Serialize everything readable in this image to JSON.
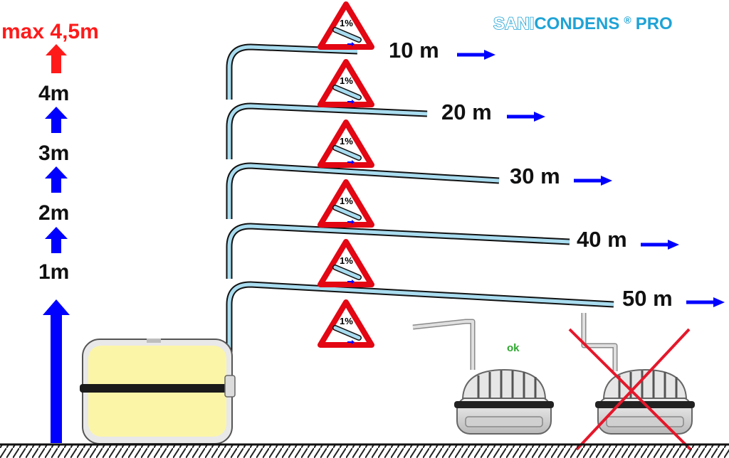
{
  "brand": {
    "part1": "SANI",
    "part2": "CONDENS",
    "reg": "®",
    "part3": "PRO"
  },
  "height": {
    "max_label": "max 4,5m",
    "labels": [
      "4m",
      "3m",
      "2m",
      "1m"
    ]
  },
  "slope": {
    "label": "1%",
    "sign_count": 6
  },
  "runs": [
    "10 m",
    "20 m",
    "30 m",
    "40 m",
    "50 m"
  ],
  "status": {
    "ok_label": "ok"
  },
  "colors": {
    "arrow": "#0000ff",
    "max_arrow": "#ff1a1a",
    "pipe": "#a9dcef",
    "sign": "#e30613",
    "brand": "#1fa3d6",
    "tank": "#fbf5a8"
  }
}
